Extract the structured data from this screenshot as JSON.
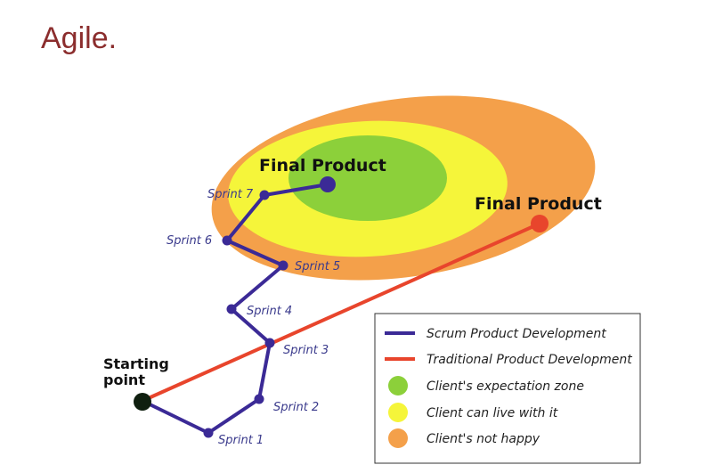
{
  "title": "Agile.",
  "labels": {
    "final_product_scrum": "Final Product",
    "final_product_traditional": "Final Product",
    "starting_point_line1": "Starting",
    "starting_point_line2": "point"
  },
  "sprints": [
    {
      "label": "Sprint 1"
    },
    {
      "label": "Sprint 2"
    },
    {
      "label": "Sprint 3"
    },
    {
      "label": "Sprint 4"
    },
    {
      "label": "Sprint 5"
    },
    {
      "label": "Sprint 6"
    },
    {
      "label": "Sprint 7"
    }
  ],
  "legend": {
    "items": [
      {
        "label": "Scrum Product Development",
        "symbol": "line",
        "color": "#3b2a96"
      },
      {
        "label": "Traditional Product Development",
        "symbol": "line",
        "color": "#e8452c"
      },
      {
        "label": "Client's expectation zone",
        "symbol": "dot",
        "color": "#8cd03a"
      },
      {
        "label": "Client can live with it",
        "symbol": "dot",
        "color": "#f5f53a"
      },
      {
        "label": "Client's not happy",
        "symbol": "dot",
        "color": "#f4a04a"
      }
    ]
  },
  "colors": {
    "title": "#8b2d2d",
    "scrum": "#3b2a96",
    "traditional": "#e8452c",
    "zone_outer": "#f4a04a",
    "zone_middle": "#f5f53a",
    "zone_inner": "#8cd03a",
    "start_dot": "#0f1f0f"
  }
}
